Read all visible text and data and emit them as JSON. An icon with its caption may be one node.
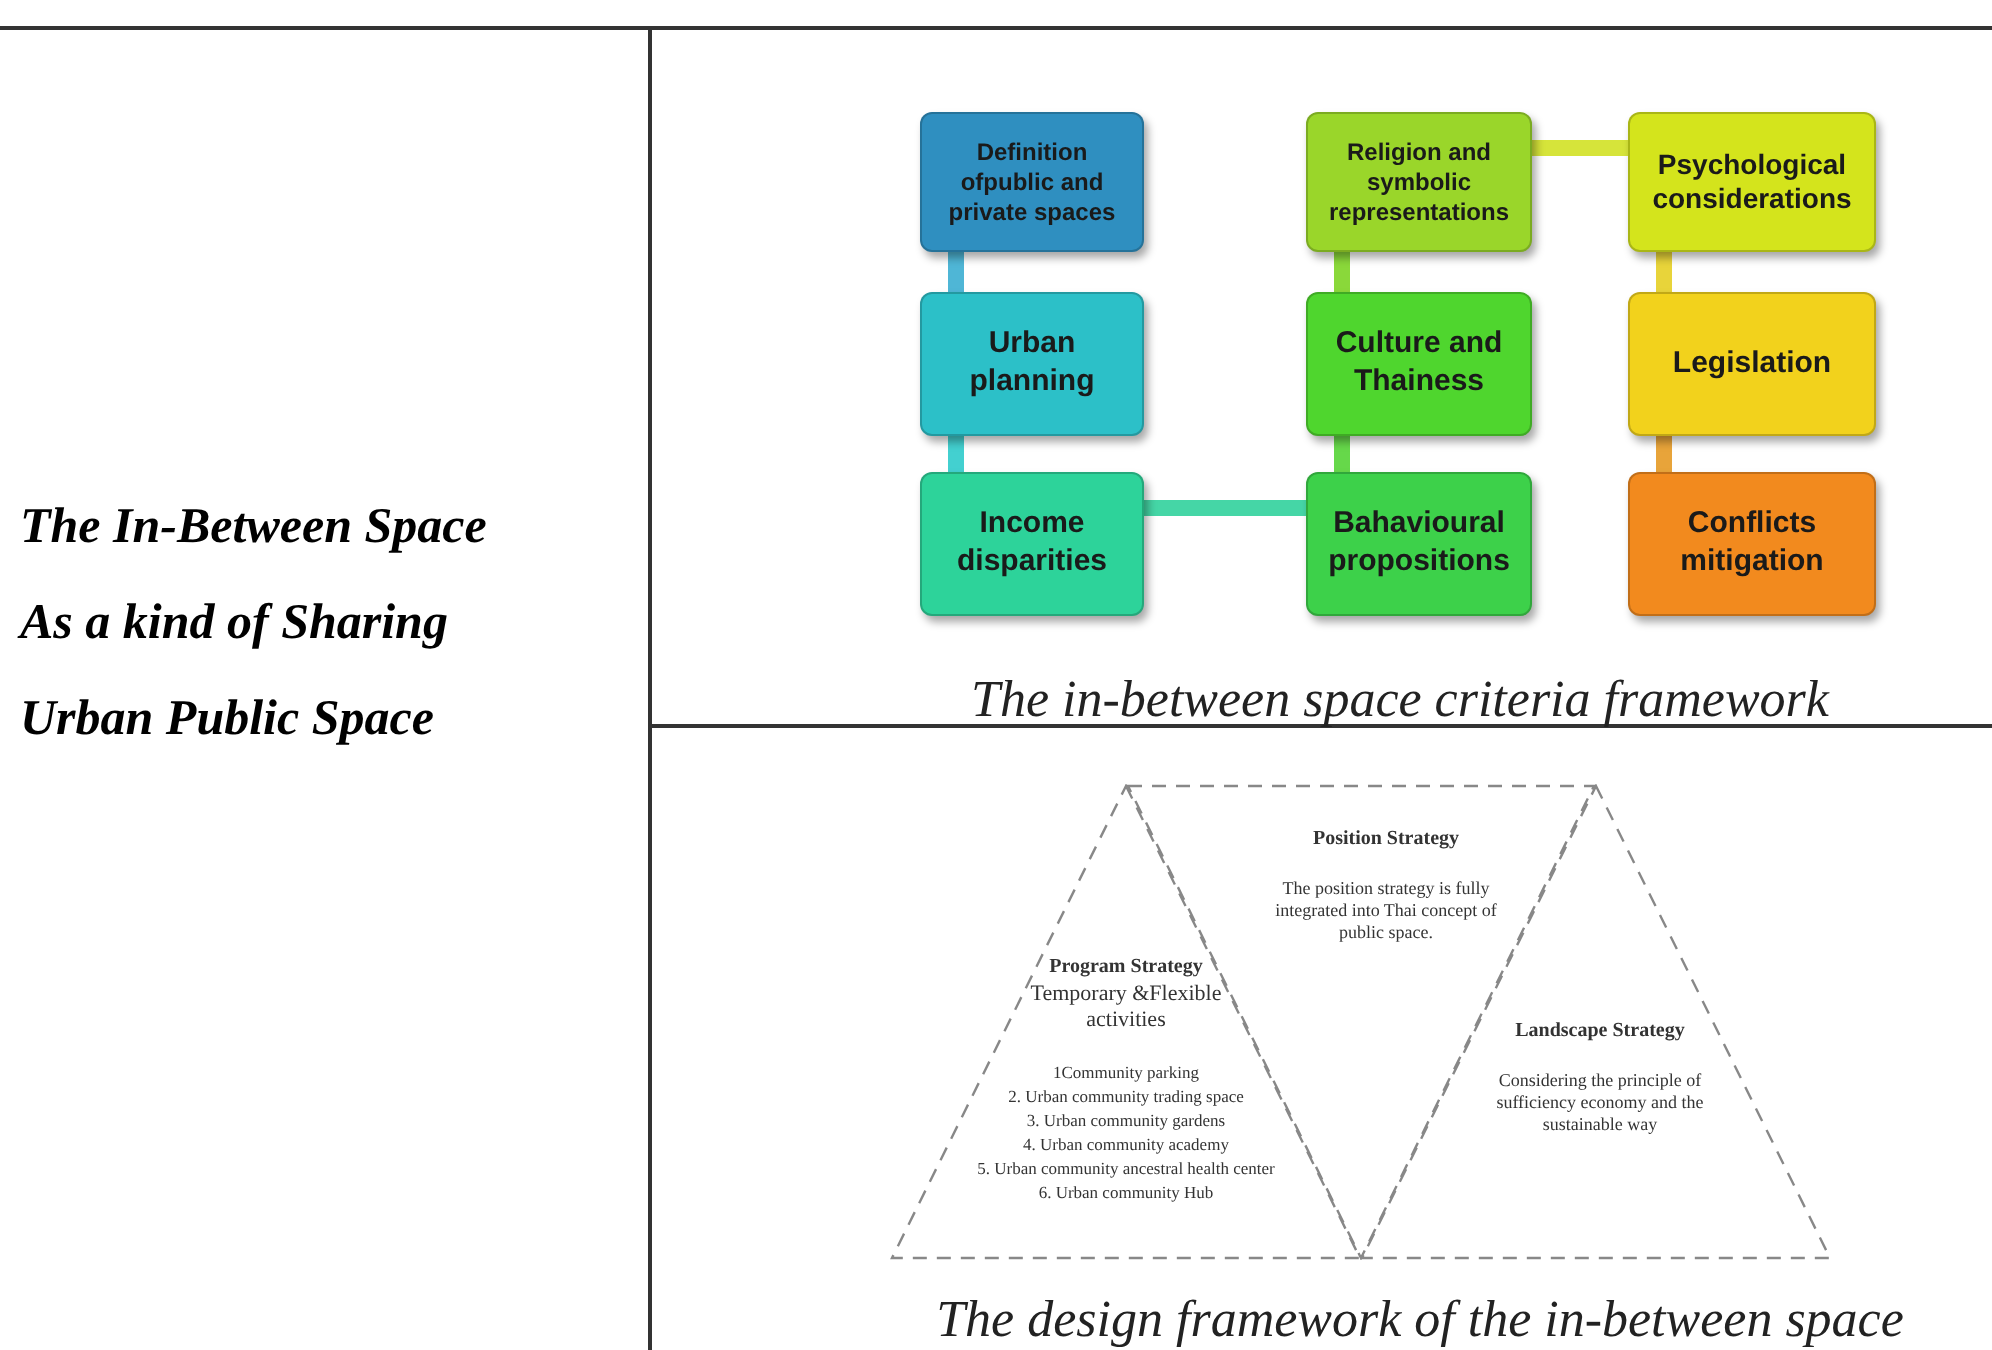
{
  "diagram": {
    "nodes": [
      {
        "text": [
          "Definition ofpublic and private spaces"
        ]
      },
      {
        "text": [
          "Religion and symbolic representations"
        ]
      },
      {
        "text": [
          "Psychological considerations"
        ]
      },
      {
        "text": [
          "Urban planning"
        ]
      },
      {
        "text": [
          "Culture and Thainess"
        ]
      },
      {
        "text": [
          "Legislation"
        ]
      },
      {
        "text": [
          "Income disparities"
        ]
      },
      {
        "text": [
          "Bahavioural propositions"
        ]
      },
      {
        "text": [
          "Conflicts mitigation"
        ]
      },
      {
        "text": [
          "Position Strategy",
          "The position strategy is fully integrated into Thai concept of public space."
        ]
      },
      {
        "text": [
          "Program Strategy",
          "Temporary &Flexible activities",
          "1Community parking",
          "2. Urban community trading space",
          "3. Urban community gardens",
          "4. Urban community academy",
          "5. Urban community ancestral health center",
          "6. Urban community Hub"
        ]
      },
      {
        "text": [
          "Landscape Strategy",
          "Considering the principle of sufficiency economy and the sustainable way"
        ]
      }
    ],
    "edges": [
      {
        "from": 0,
        "to": 3,
        "arrow": "none",
        "color": "#4fb6d6"
      },
      {
        "from": 3,
        "to": 6,
        "arrow": "none",
        "color": "#43d0d0"
      },
      {
        "from": 6,
        "to": 7,
        "arrow": "none",
        "color": "#45d6a6"
      },
      {
        "from": 7,
        "to": 4,
        "arrow": "none",
        "color": "#66d84a"
      },
      {
        "from": 4,
        "to": 1,
        "arrow": "none",
        "color": "#8ad83a"
      },
      {
        "from": 1,
        "to": 2,
        "arrow": "none",
        "color": "#d6e43a"
      },
      {
        "from": 2,
        "to": 5,
        "arrow": "none",
        "color": "#e8d43a"
      },
      {
        "from": 5,
        "to": 8,
        "arrow": "none",
        "color": "#e8a43a"
      }
    ],
    "labels": [
      "The In-Between Space As a kind of Sharing Urban Public Space",
      "The in-between space criteria framework",
      "The design framework of the in-between space"
    ]
  }
}
